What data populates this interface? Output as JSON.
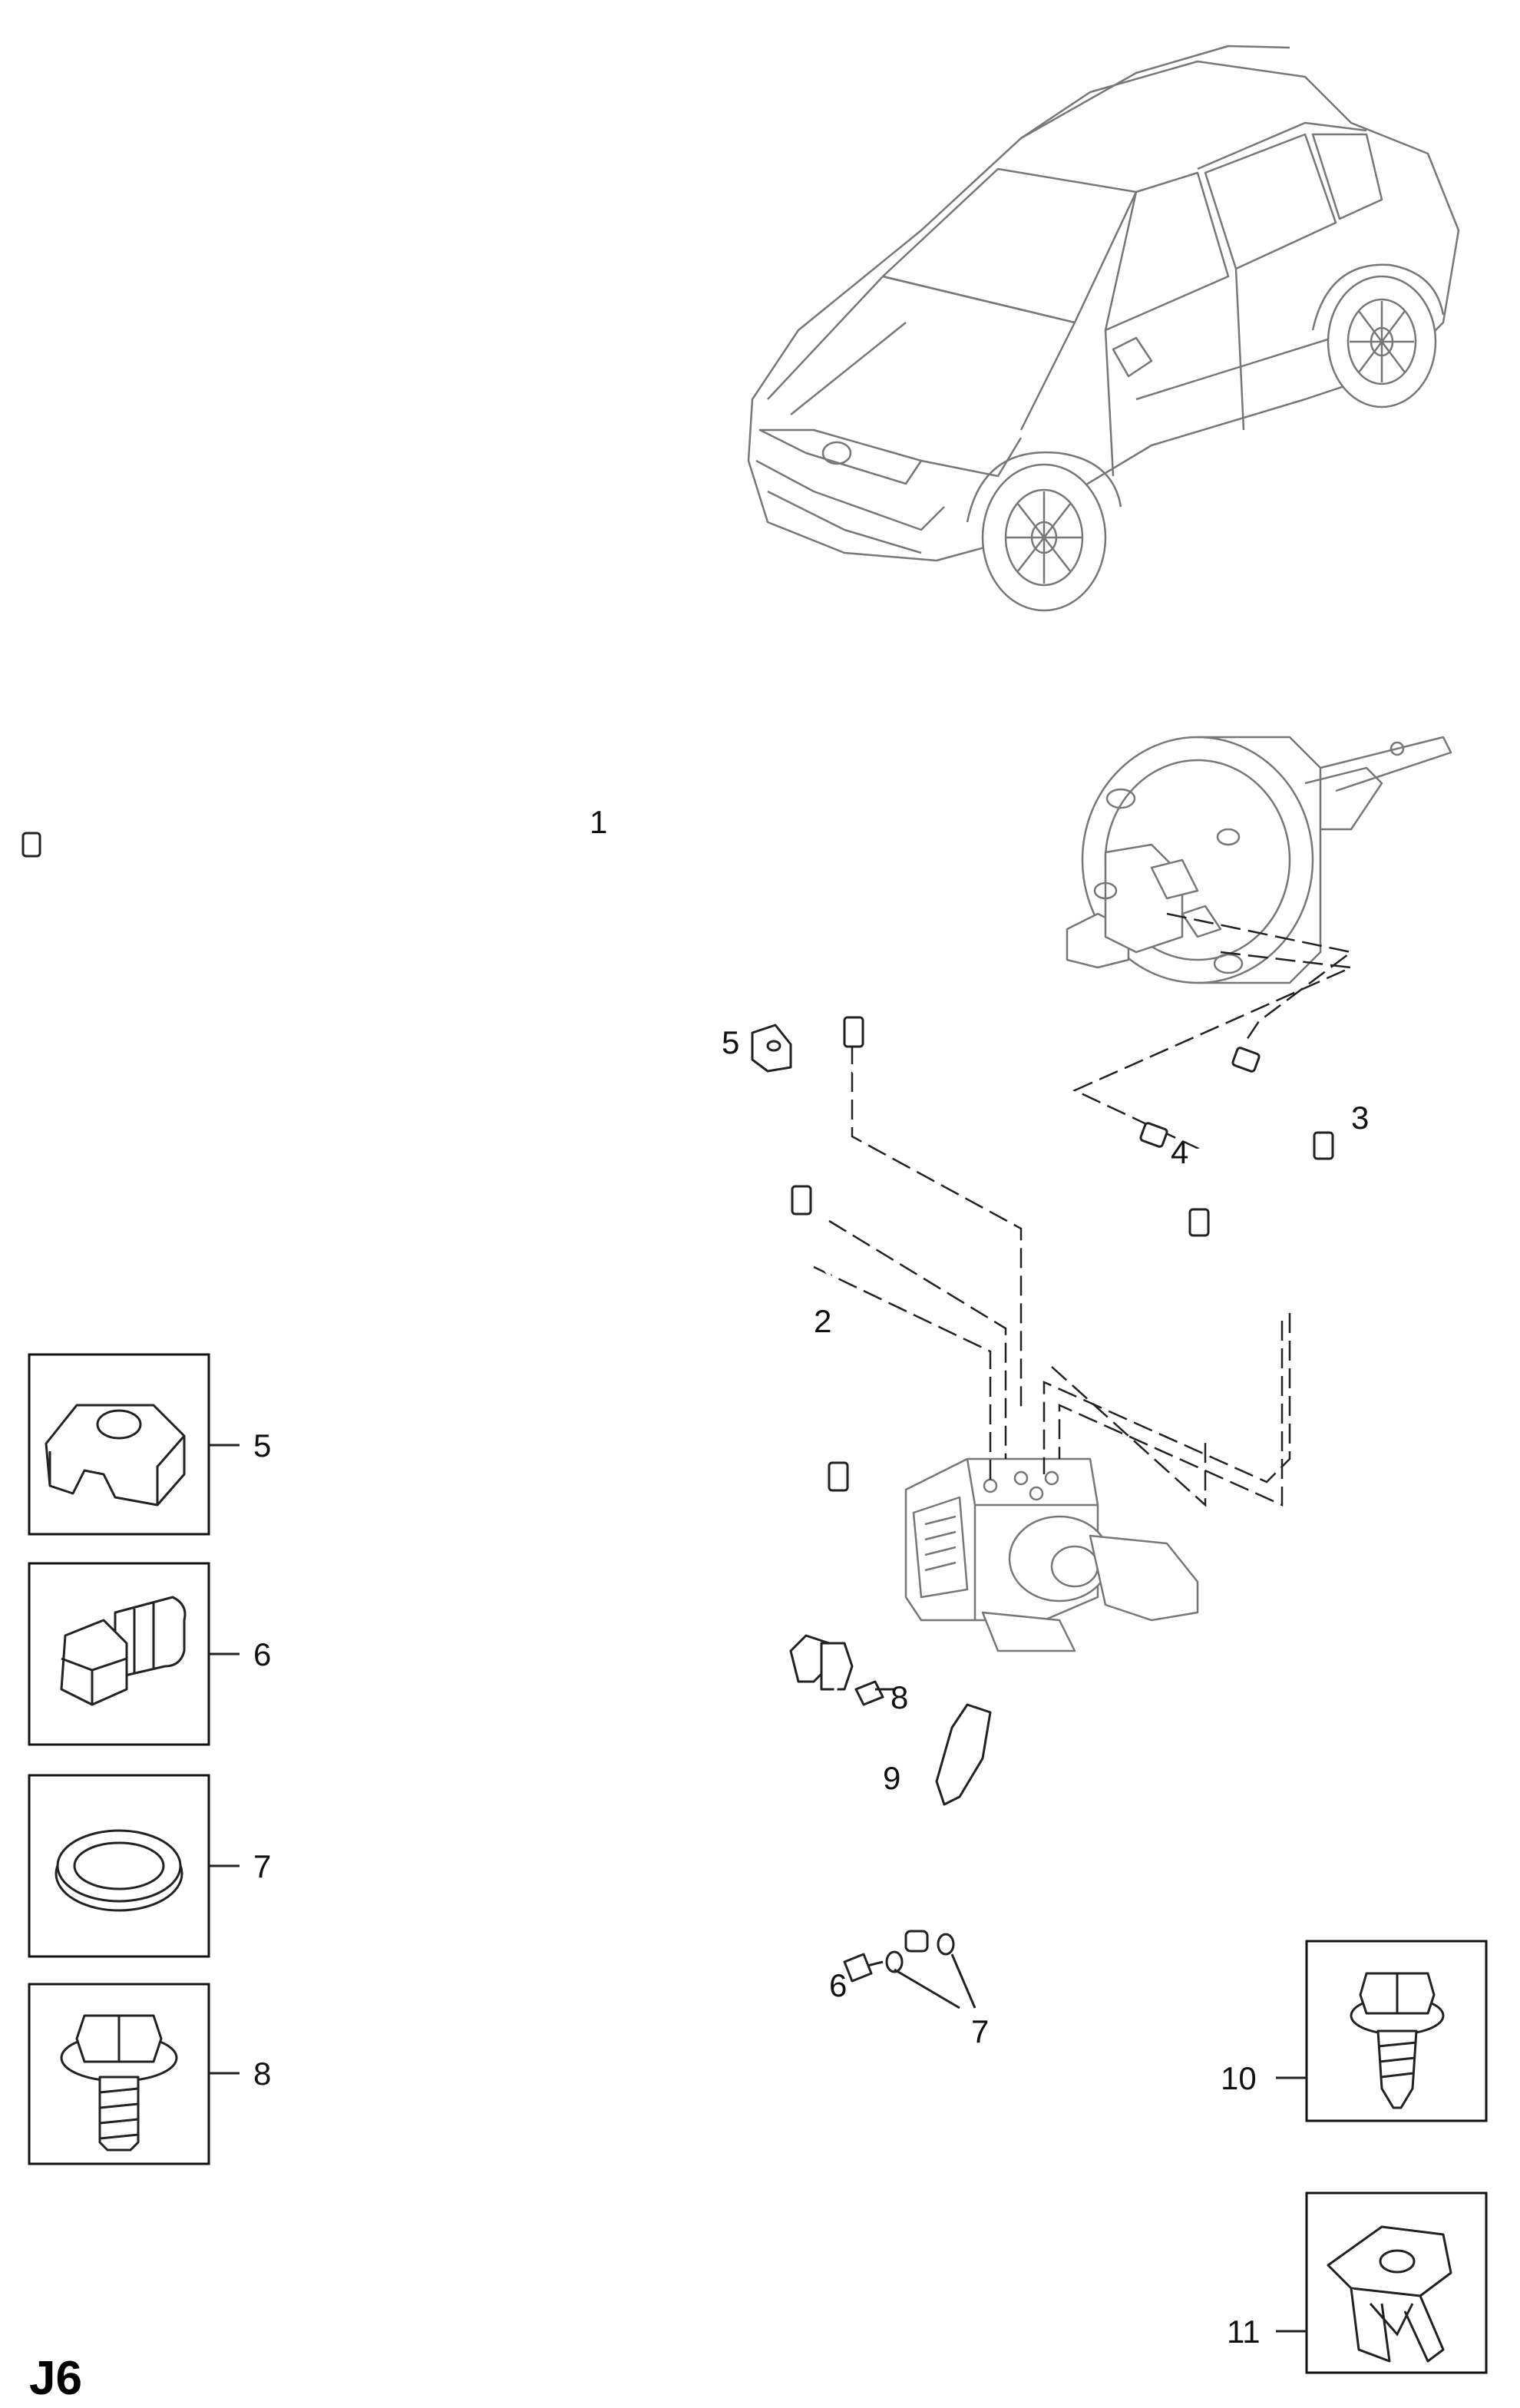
{
  "page_code": "J6",
  "callouts": {
    "c1": "1",
    "c2": "2",
    "c3": "3",
    "c4": "4",
    "c5": "5",
    "c6": "6",
    "c7": "7",
    "c8": "8",
    "c9": "9"
  },
  "legend": [
    {
      "num": "5"
    },
    {
      "num": "6"
    },
    {
      "num": "7"
    },
    {
      "num": "8"
    },
    {
      "num": "10"
    },
    {
      "num": "11"
    }
  ]
}
